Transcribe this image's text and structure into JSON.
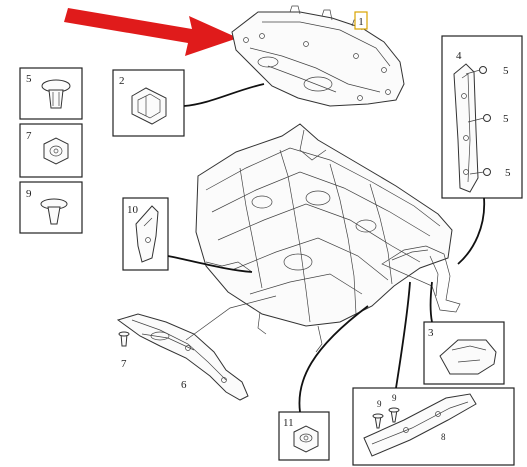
{
  "callouts": {
    "main": "1",
    "clip_box": "2",
    "cover_box": "3",
    "bracket_box": "4",
    "fastener_4a": "5",
    "fastener_4b": "5",
    "fastener_4c": "5",
    "left_panel": "6",
    "left_panel_clip": "7",
    "strip_box": "8",
    "strip_clip_a": "9",
    "strip_clip_b": "9",
    "small_bracket_box": "10",
    "nut_box": "11"
  },
  "legend": [
    {
      "number": "5",
      "icon": "push-rivet-icon"
    },
    {
      "number": "7",
      "icon": "clip-nut-icon"
    },
    {
      "number": "9",
      "icon": "push-pin-icon"
    }
  ],
  "colors": {
    "arrow": "#e01b1b",
    "highlight_border": "#d9a400",
    "line": "#222222"
  }
}
